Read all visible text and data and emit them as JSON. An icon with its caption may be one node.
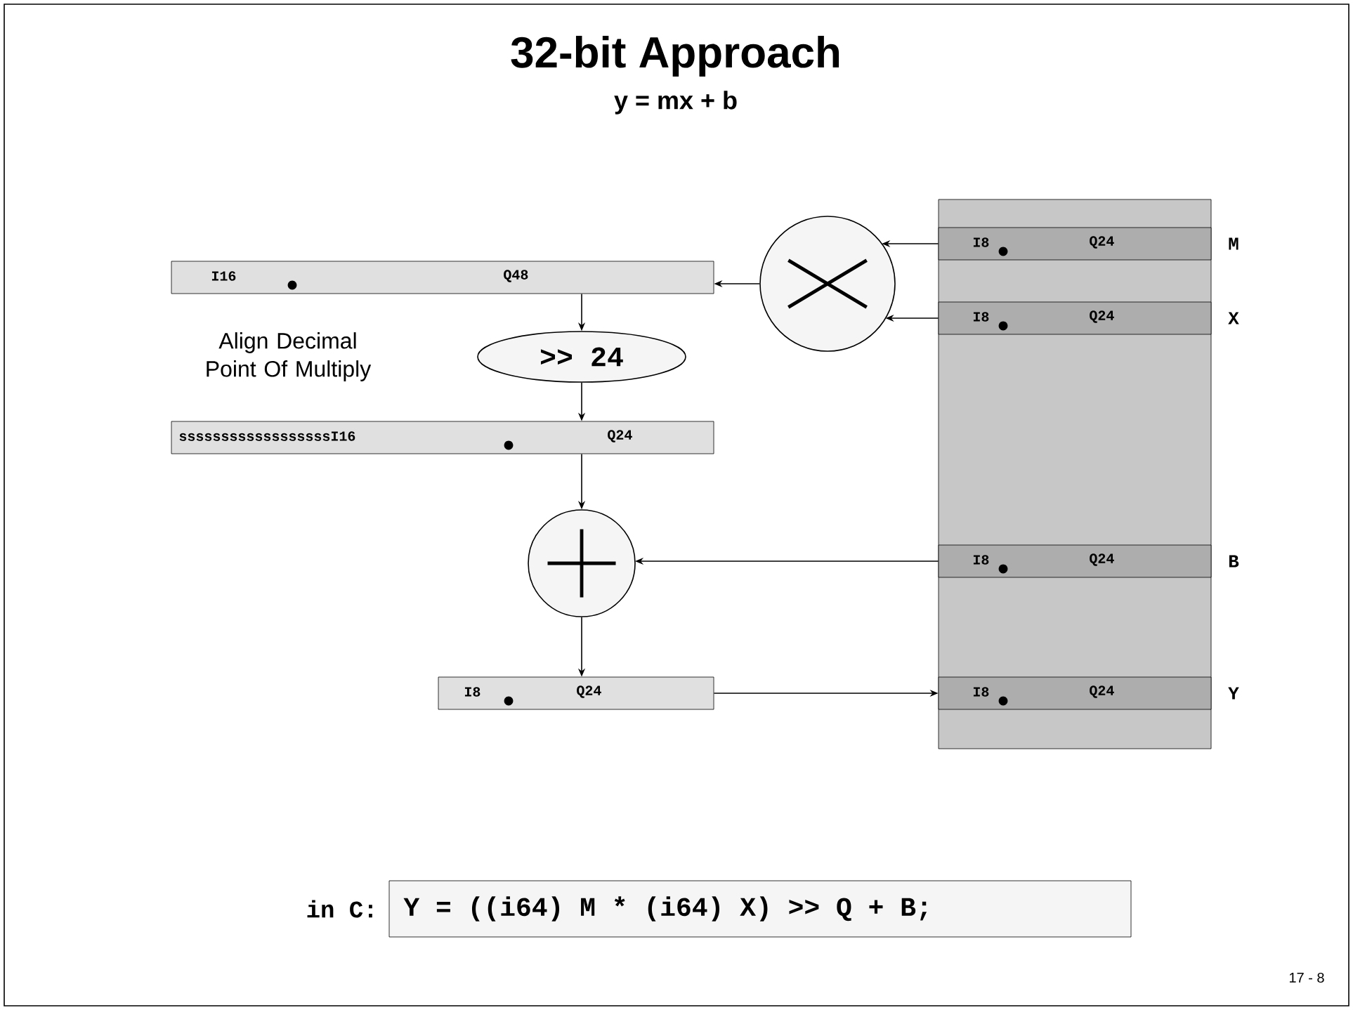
{
  "diagram": {
    "title": "32-bit Approach",
    "nodes": [
      {
        "text": [],
        "shape": "box"
      },
      {
        "text": [
          "I8",
          "Q24"
        ],
        "in": 0,
        "beside": [
          "M"
        ]
      },
      {
        "text": [
          "I8",
          "Q24"
        ],
        "in": 0,
        "beside": [
          "X"
        ]
      },
      {
        "text": [
          "I8",
          "Q24"
        ],
        "in": 0,
        "beside": [
          "B"
        ]
      },
      {
        "text": [
          "I8",
          "Q24"
        ],
        "in": 0,
        "beside": [
          "Y"
        ]
      },
      {
        "text": [],
        "shape": "circle"
      },
      {
        "text": [
          "I16",
          "Q48"
        ]
      },
      {
        "text": [
          ">> 24"
        ]
      },
      {
        "text": [
          "ssssssssssssssssssI16",
          "Q24"
        ]
      },
      {
        "text": [],
        "shape": "circle"
      },
      {
        "text": [
          "I8",
          "Q24"
        ]
      },
      {
        "text": [
          "Y = ((i64) M * (i64) X) >> Q + B;"
        ],
        "beside": [
          "in C:"
        ]
      }
    ],
    "edges": [
      {
        "from": 1,
        "to": 5,
        "arrow": "to"
      },
      {
        "from": 2,
        "to": 5,
        "arrow": "to"
      },
      {
        "from": 5,
        "to": 6,
        "arrow": "to"
      },
      {
        "from": 6,
        "to": 7,
        "arrow": "to"
      },
      {
        "from": 7,
        "to": 8,
        "arrow": "to"
      },
      {
        "from": 8,
        "to": 9,
        "arrow": "to"
      },
      {
        "from": 3,
        "to": 9,
        "arrow": "to"
      },
      {
        "from": 9,
        "to": 10,
        "arrow": "to"
      },
      {
        "from": 10,
        "to": 4,
        "arrow": "to"
      }
    ],
    "labels": [
      "y = mx + b",
      "Align Decimal Point Of Multiply",
      "17 - 8"
    ]
  }
}
